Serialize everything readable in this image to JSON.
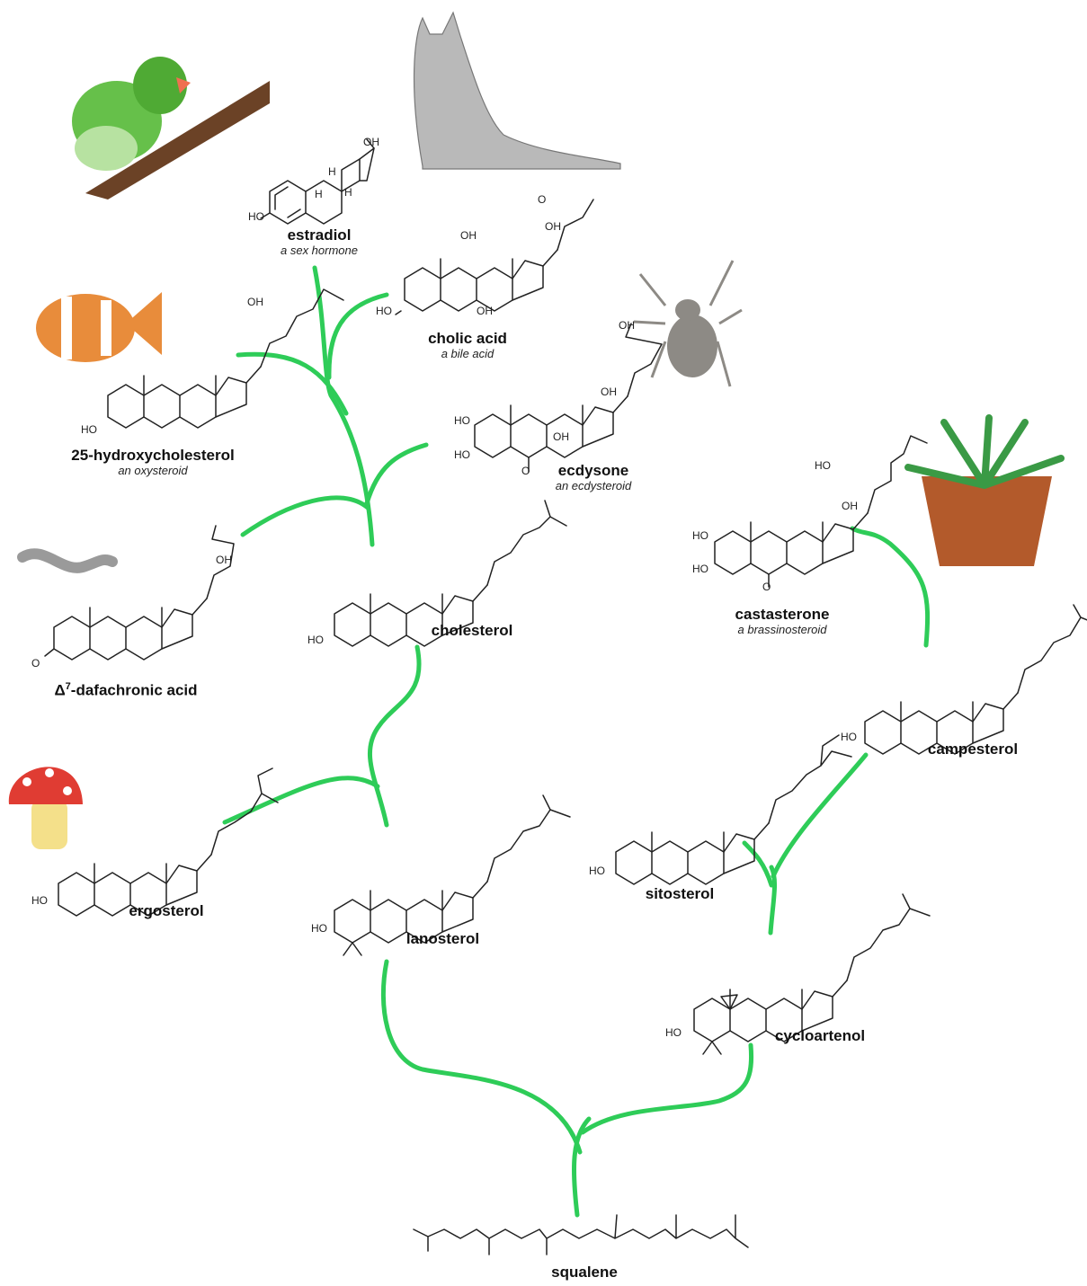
{
  "colors": {
    "branch": "#2ecc58",
    "bond": "#222222"
  },
  "compounds": {
    "estradiol": {
      "name": "estradiol",
      "class": "a sex hormone"
    },
    "cholic_acid": {
      "name": "cholic acid",
      "class": "a bile acid"
    },
    "hydroxycholesterol": {
      "name": "25-hydroxycholesterol",
      "class": "an oxysteroid"
    },
    "ecdysone": {
      "name": "ecdysone",
      "class": "an ecdysteroid"
    },
    "dafachronic_prefix": "Δ",
    "dafachronic_sup": "7",
    "dafachronic_suffix": "-dafachronic acid",
    "cholesterol": {
      "name": "cholesterol"
    },
    "castasterone": {
      "name": "castasterone",
      "class": "a brassinosteroid"
    },
    "campesterol": {
      "name": "campesterol"
    },
    "ergosterol": {
      "name": "ergosterol"
    },
    "lanosterol": {
      "name": "lanosterol"
    },
    "sitosterol": {
      "name": "sitosterol"
    },
    "cycloartenol": {
      "name": "cycloartenol"
    },
    "squalene": {
      "name": "squalene"
    }
  },
  "atom_labels": {
    "ho": "HO",
    "oh": "OH",
    "h": "H",
    "o": "O"
  },
  "organisms": [
    "parrot-icon",
    "cat-icon",
    "clownfish-icon",
    "spider-icon",
    "worm-icon",
    "plant-icon",
    "mushroom-icon"
  ]
}
